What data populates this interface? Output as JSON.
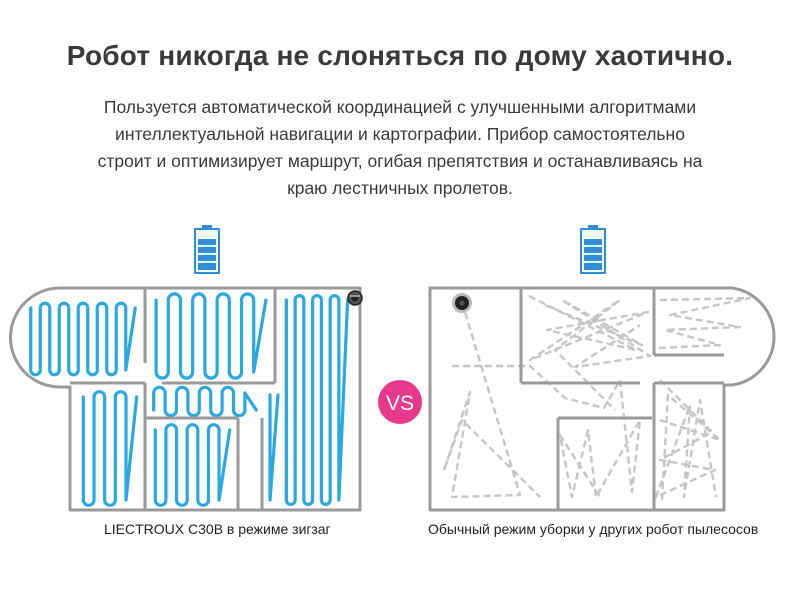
{
  "header": {
    "title": "Робот никогда не слоняться по дому хаотично.",
    "description_lines": [
      "Пользуется автоматической координацией с улучшенными алгоритмами",
      "интеллектуальной навигации и картографии. Прибор самостоятельно",
      "строит и оптимизирует маршрут, огибая препятствия и останавливаясь на",
      "краю лестничных пролетов."
    ]
  },
  "comparison": {
    "vs_label": "VS",
    "left_caption": "LIECTROUX C30B в режиме зигзаг",
    "right_caption": "Обычный режим уборки у других робот пылесосов"
  },
  "colors": {
    "battery": "#2e8fd6",
    "zigzag_path": "#29a9e1",
    "random_path": "#c6c6c6",
    "walls": "#9a9a9a",
    "vs_badge": "#e6398e",
    "divider": "#e6398e"
  },
  "icons": {
    "left_battery": "battery-full-icon",
    "right_battery": "battery-full-icon",
    "left_robot": "robot-vacuum-icon",
    "right_robot": "robot-vacuum-icon"
  }
}
